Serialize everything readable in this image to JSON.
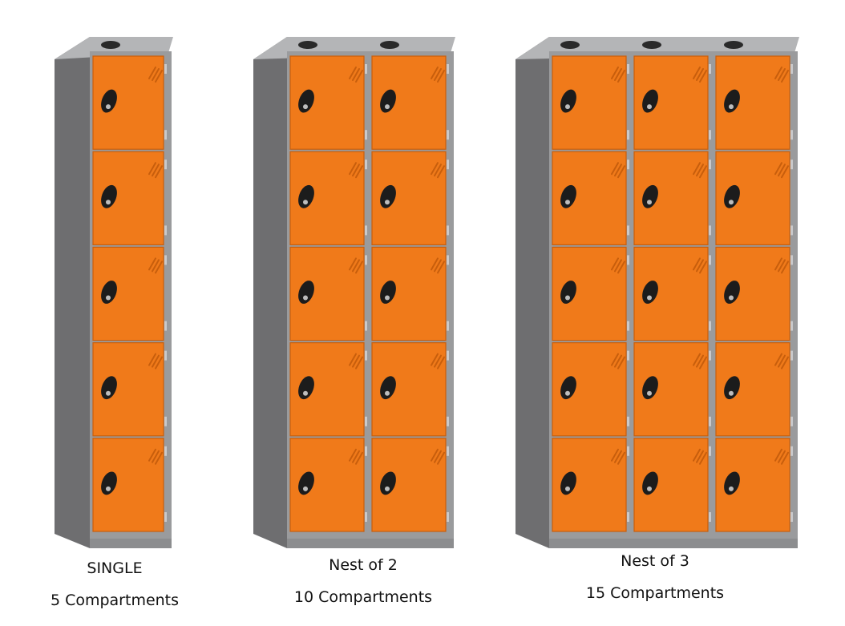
{
  "products": [
    {
      "name": "SINGLE",
      "compartments_label": "5 Compartments",
      "columns": 1,
      "rows": 5
    },
    {
      "name": "Nest of 2",
      "compartments_label": "10 Compartments",
      "columns": 2,
      "rows": 5
    },
    {
      "name": "Nest of 3",
      "compartments_label": "15 Compartments",
      "columns": 3,
      "rows": 5
    }
  ],
  "colors": {
    "door": "#f07a1a",
    "door_shadow": "#c85e0c",
    "body_side": "#6e6e70",
    "body_frame": "#9a9b9d",
    "body_top": "#b4b5b7",
    "lock": "#1c1c1c"
  }
}
